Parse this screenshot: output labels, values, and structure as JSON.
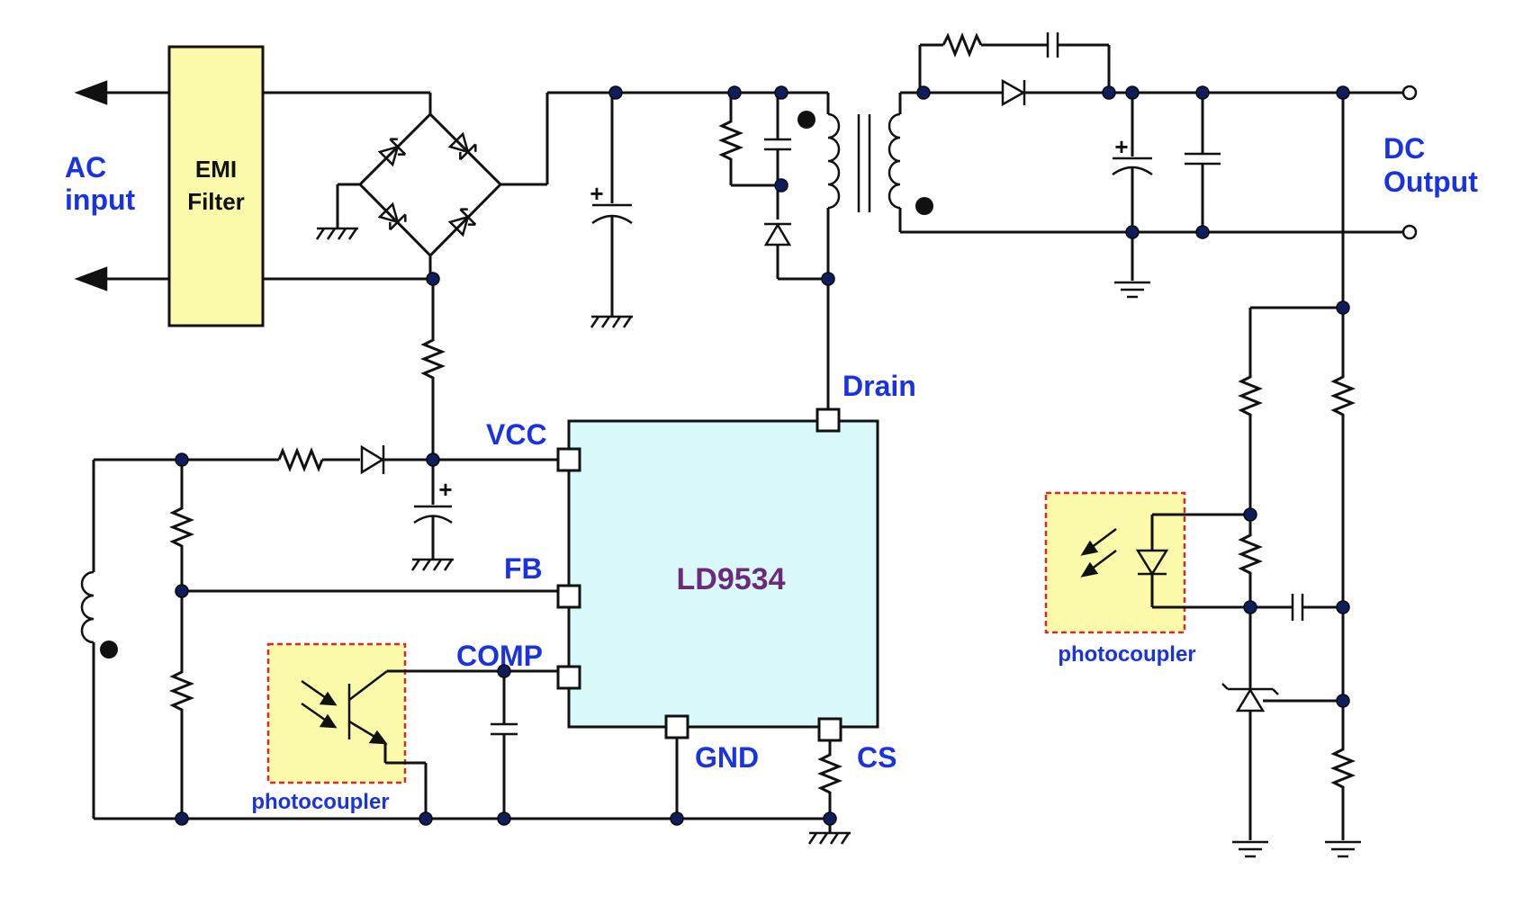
{
  "labels": {
    "ac_input_line1": "AC",
    "ac_input_line2": "input",
    "emi_line1": "EMI",
    "emi_line2": "Filter",
    "dc_output_line1": "DC",
    "dc_output_line2": "Output",
    "ic_name": "LD9534",
    "pin_drain": "Drain",
    "pin_vcc": "VCC",
    "pin_fb": "FB",
    "pin_comp": "COMP",
    "pin_gnd": "GND",
    "pin_cs": "CS",
    "photocoupler_left": "photocoupler",
    "photocoupler_right": "photocoupler",
    "polarity_plus": "+"
  },
  "colors": {
    "label_blue": "#1a33e0",
    "ic_text_purple": "#6b2a7c",
    "ic_fill": "#d9f9fb",
    "emi_fill": "#fafaaa",
    "photocoupler_fill": "#fafaaa",
    "photocoupler_border": "#e0281e",
    "wire": "#111111",
    "node_dot": "#0f1d5c"
  }
}
